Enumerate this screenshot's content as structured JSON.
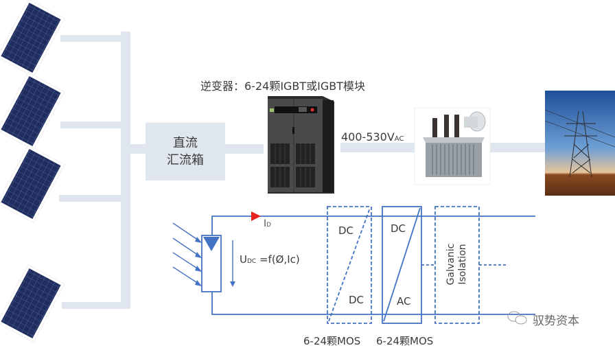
{
  "diagram": {
    "inverter_label": "逆变器：6-24颗IGBT或IGBT模块",
    "combiner_box": {
      "line1": "直流",
      "line2": "汇流箱"
    },
    "ac_voltage": {
      "main": "400-530V",
      "sub": "AC"
    },
    "circuit": {
      "current_label": {
        "main": "I",
        "sub": "D"
      },
      "voltage_formula": {
        "main": "U",
        "sub": "DC",
        "rest": " =f(Ø,Ic)"
      },
      "dcdc_block": {
        "top": "DC",
        "bottom": "DC"
      },
      "dcac_block": {
        "top": "DC",
        "bottom": "AC"
      },
      "isolation_block": {
        "line1": "Galvanic",
        "line2": "Isolation"
      },
      "mos_label_1": "6-24颗MOS",
      "mos_label_2": "6-24颗MOS"
    },
    "components": [
      "solar-panel",
      "solar-panel",
      "solar-panel",
      "solar-panel",
      "dc-combiner-box",
      "inverter",
      "transformer",
      "transmission-tower"
    ],
    "watermark": "驭势资本",
    "colors": {
      "bus": "#dfe6ee",
      "circuit_blue": "#4472c4",
      "arrow_red": "#e8221f",
      "panel_navy": "#1e2d5e"
    }
  }
}
